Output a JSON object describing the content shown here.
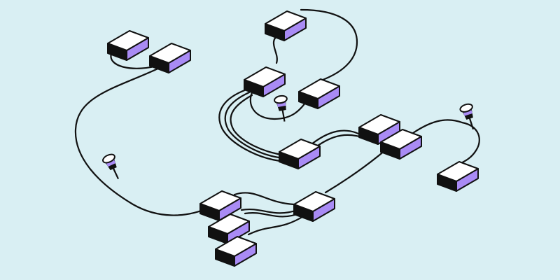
{
  "colors": {
    "background": "#d9eff3",
    "box_top": "#ffffff",
    "box_side_light": "#a98bf5",
    "box_side_dark": "#8f6cf0",
    "outline": "#111111",
    "plug_accent": "#a98bf5"
  },
  "nodes": [
    {
      "name": "box-top-left-a"
    },
    {
      "name": "box-top-left-b"
    },
    {
      "name": "box-top-center"
    },
    {
      "name": "box-mid-upper-left"
    },
    {
      "name": "box-mid-upper-right"
    },
    {
      "name": "box-center"
    },
    {
      "name": "box-right-upper"
    },
    {
      "name": "box-right-lower"
    },
    {
      "name": "box-far-right"
    },
    {
      "name": "box-bottom-left-1"
    },
    {
      "name": "box-bottom-left-2"
    },
    {
      "name": "box-bottom-left-3"
    },
    {
      "name": "box-bottom-center"
    }
  ],
  "connectors": [
    {
      "name": "plug-left",
      "icon": "plug-icon"
    },
    {
      "name": "plug-center",
      "icon": "plug-icon"
    },
    {
      "name": "plug-right",
      "icon": "plug-icon"
    }
  ]
}
